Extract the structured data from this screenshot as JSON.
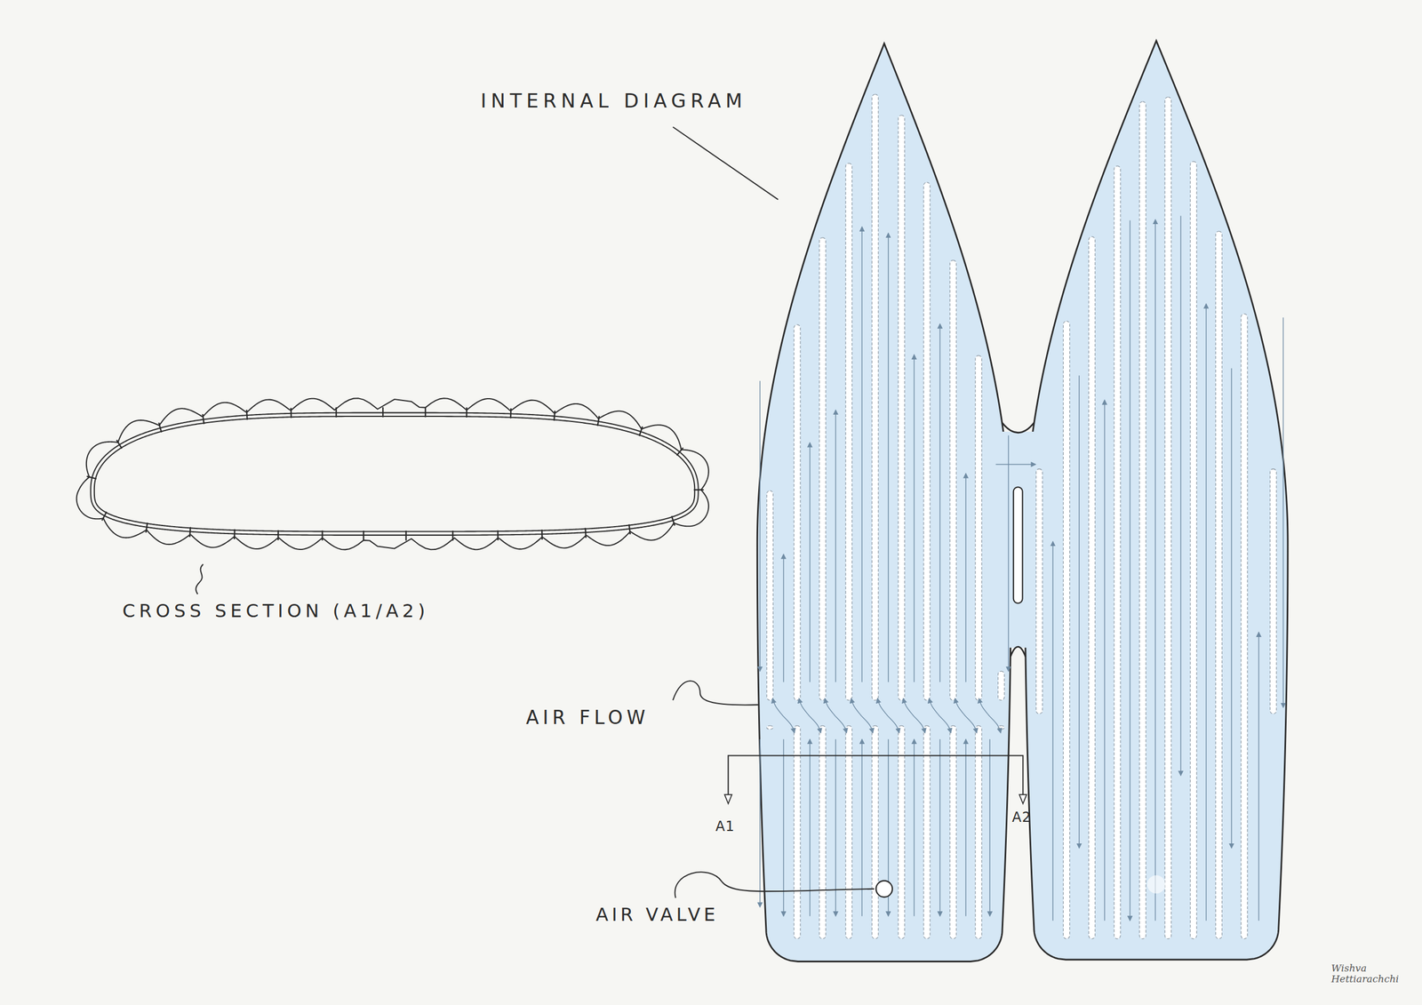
{
  "diagram": {
    "labels": [
      "INTERNAL DIAGRAM",
      "CROSS SECTION (A1/A2)",
      "AIR FLOW",
      "AIR VALVE",
      "A1",
      "A2",
      "Wishva Hettiarachchi"
    ]
  }
}
